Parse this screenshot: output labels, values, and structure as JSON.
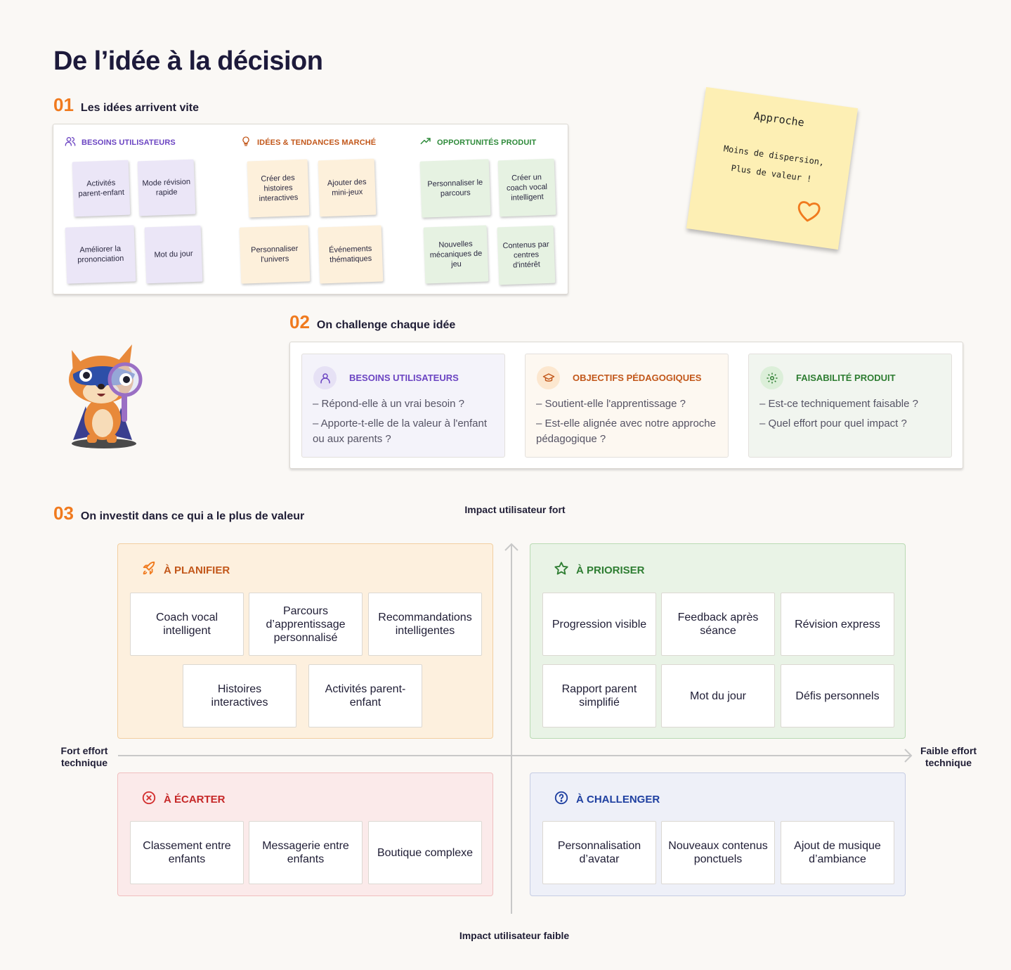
{
  "title": "De l’idée à la décision",
  "step1": {
    "num": "01",
    "label": "Les idées arrivent vite"
  },
  "step2": {
    "num": "02",
    "label": "On challenge chaque idée"
  },
  "step3": {
    "num": "03",
    "label": "On investit dans ce qui a le plus de valeur"
  },
  "ideas": {
    "besoins": {
      "title": "BESOINS UTILISATEURS",
      "icon": "users-icon",
      "color": "#6b44c2",
      "items": [
        "Activités parent-enfant",
        "Mode révision rapide",
        "Améliorer la prononciation",
        "Mot du jour"
      ]
    },
    "tendances": {
      "title": "IDÉES & TENDANCES MARCHÉ",
      "icon": "lightbulb-icon",
      "color": "#c2571a",
      "items": [
        "Créer des histoires interactives",
        "Ajouter des mini-jeux",
        "Personnaliser l'univers",
        "Événements thématiques"
      ]
    },
    "opportunites": {
      "title": "OPPORTUNITÉS PRODUIT",
      "icon": "trending-up-icon",
      "color": "#2e8a3a",
      "items": [
        "Personnaliser le parcours",
        "Créer un coach vocal intelligent",
        "Nouvelles mécaniques de jeu",
        "Contenus par centres d'intérêt"
      ]
    }
  },
  "note": {
    "title": "Approche",
    "line1": "Moins de dispersion,",
    "line2": "Plus de valeur !"
  },
  "criteria": [
    {
      "title": "BESOINS UTILISATEURS",
      "icon": "user-icon",
      "color": "#6b44c2",
      "questions": [
        "– Répond-elle à un vrai besoin ?",
        "– Apporte-t-elle de la valeur à l'enfant ou aux parents ?"
      ]
    },
    {
      "title": "OBJECTIFS PÉDAGOGIQUES",
      "icon": "graduation-cap-icon",
      "color": "#c2571a",
      "questions": [
        "– Soutient-elle l'apprentissage ?",
        "– Est-elle alignée avec notre approche pédagogique ?"
      ]
    },
    {
      "title": "FAISABILITÉ PRODUIT",
      "icon": "gear-icon",
      "color": "#2e7d32",
      "questions": [
        "– Est-ce techniquement faisable ?",
        "– Quel effort pour quel impact ?"
      ]
    }
  ],
  "axes": {
    "top": "Impact utilisateur fort",
    "bottom": "Impact utilisateur faible",
    "left": "Fort effort technique",
    "right": "Faible effort technique"
  },
  "quadrants": {
    "planifier": {
      "title": "À PLANIFIER",
      "icon": "rocket-icon",
      "color": "#c2571a",
      "items": [
        "Coach vocal intelligent",
        "Parcours d’apprentissage personnalisé",
        "Recommandations intelligentes",
        "Histoires interactives",
        "Activités parent-enfant"
      ]
    },
    "prioriser": {
      "title": "À PRIORISER",
      "icon": "star-icon",
      "color": "#2e7d32",
      "items": [
        "Progression visible",
        "Feedback après séance",
        "Révision express",
        "Rapport parent simplifié",
        "Mot du jour",
        "Défis personnels"
      ]
    },
    "ecarter": {
      "title": "À ÉCARTER",
      "icon": "x-circle-icon",
      "color": "#c62828",
      "items": [
        "Classement entre enfants",
        "Messagerie entre enfants",
        "Boutique complexe"
      ]
    },
    "challenger": {
      "title": "À CHALLENGER",
      "icon": "question-circle-icon",
      "color": "#1e3fa0",
      "items": [
        "Personnalisation d’avatar",
        "Nouveaux contenus ponctuels",
        "Ajout de musique d’ambiance"
      ]
    }
  }
}
